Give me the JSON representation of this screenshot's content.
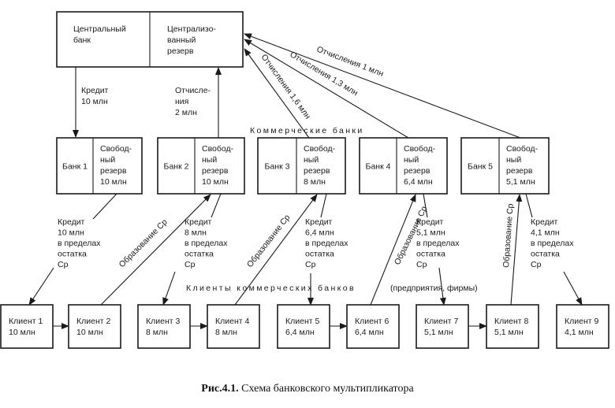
{
  "central": {
    "bank_label": [
      "Центральный",
      "банк"
    ],
    "reserve_label": [
      "Централизо-",
      "ванный",
      "резерв"
    ]
  },
  "credit_top": [
    "Кредит",
    "10 млн"
  ],
  "deduction_bank2": [
    "Отчисле-",
    "ния",
    "2 млн"
  ],
  "deductions_diagonal": {
    "bank3": "Отчисления 1,6 млн",
    "bank4": "Отчисления 1,3 млн",
    "bank5": "Отчисления 1 млн"
  },
  "commercial_banks_label": "Коммерческие банки",
  "banks": [
    {
      "name": "Банк 1",
      "reserve": [
        "Свобод-",
        "ный",
        "резерв",
        "10 млн"
      ]
    },
    {
      "name": "Банк 2",
      "reserve": [
        "Свобод-",
        "ный",
        "резерв",
        "10 млн"
      ]
    },
    {
      "name": "Банк 3",
      "reserve": [
        "Свобод-",
        "ный",
        "резерв",
        "8 млн"
      ]
    },
    {
      "name": "Банк 4",
      "reserve": [
        "Свобод-",
        "ный",
        "резерв",
        "6,4 млн"
      ]
    },
    {
      "name": "Банк 5",
      "reserve": [
        "Свобод-",
        "ный",
        "резерв",
        "5,1 млн"
      ]
    }
  ],
  "credits": [
    [
      "Кредит",
      "10 млн",
      "в пределах",
      "остатка",
      "Cр"
    ],
    [
      "Кредит",
      "8 млн",
      "в пределах",
      "остатка",
      "Cр"
    ],
    [
      "Кредит",
      "6,4 млн",
      "в пределах",
      "остатка",
      "Cр"
    ],
    [
      "Кредит",
      "5,1 млн",
      "в пределах",
      "остатка",
      "Cр"
    ],
    [
      "Кредит",
      "4,1 млн",
      "в пределах",
      "остатка",
      "Cр"
    ]
  ],
  "formation_label": "Образование Cр",
  "clients_label": "Клиенты коммерческих банков",
  "clients_note": "(предприятия, фирмы)",
  "clients": [
    {
      "name": "Клиент 1",
      "amount": "10 млн"
    },
    {
      "name": "Клиент 2",
      "amount": "10 млн"
    },
    {
      "name": "Клиент 3",
      "amount": "8 млн"
    },
    {
      "name": "Клиент 4",
      "amount": "8 млн"
    },
    {
      "name": "Клиент 5",
      "amount": "6,4 млн"
    },
    {
      "name": "Клиент 6",
      "amount": "6,4 млн"
    },
    {
      "name": "Клиент 7",
      "amount": "5,1 млн"
    },
    {
      "name": "Клиент 8",
      "amount": "5,1 млн"
    },
    {
      "name": "Клиент 9",
      "amount": "4,1 млн"
    }
  ],
  "caption": {
    "number": "Рис.4.1.",
    "title": "Схема банковского мультипликатора"
  }
}
